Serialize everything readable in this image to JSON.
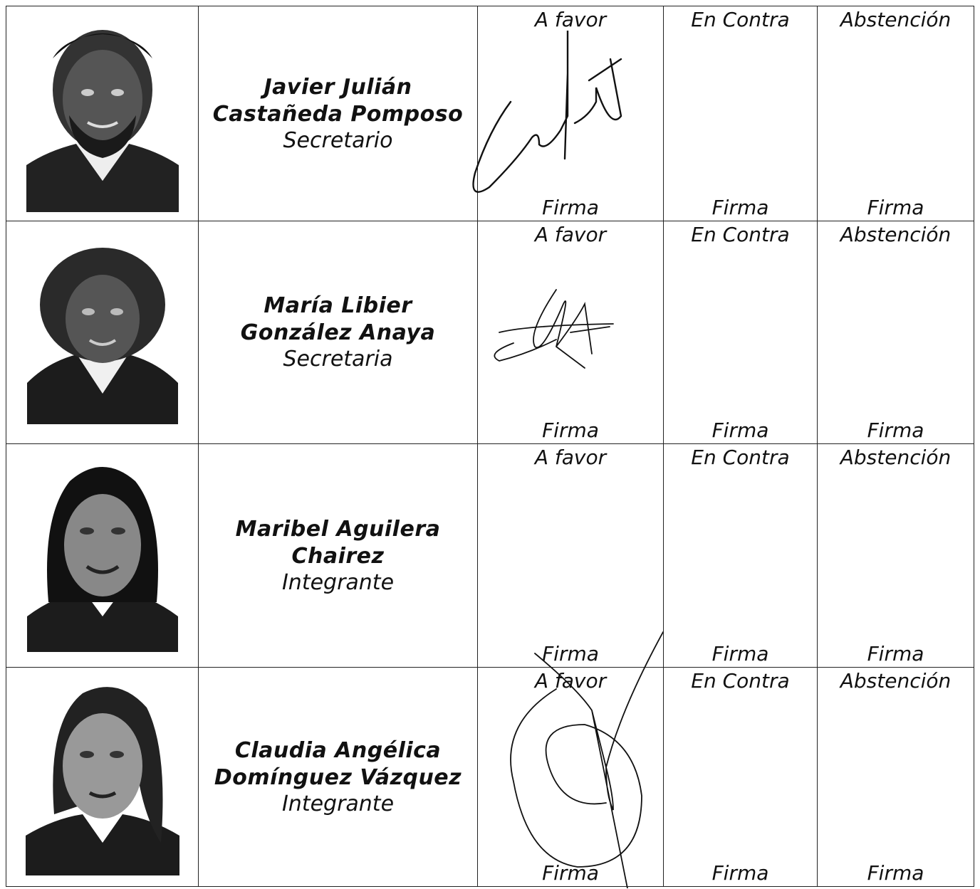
{
  "vote_options": {
    "favor": "A favor",
    "contra": "En Contra",
    "abstencion": "Abstención",
    "firma": "Firma"
  },
  "members": [
    {
      "name_line1": "Javier Julián",
      "name_line2": "Castañeda Pomposo",
      "role": "Secretario",
      "signed_column": "A favor"
    },
    {
      "name_line1": "María Libier",
      "name_line2": "González Anaya",
      "role": "Secretaria",
      "signed_column": "A favor"
    },
    {
      "name_line1": "Maribel Aguilera",
      "name_line2": "Chairez",
      "role": "Integrante",
      "signed_column": ""
    },
    {
      "name_line1": "Claudia Angélica",
      "name_line2": "Domínguez Vázquez",
      "role": "Integrante",
      "signed_column": "A favor"
    }
  ]
}
